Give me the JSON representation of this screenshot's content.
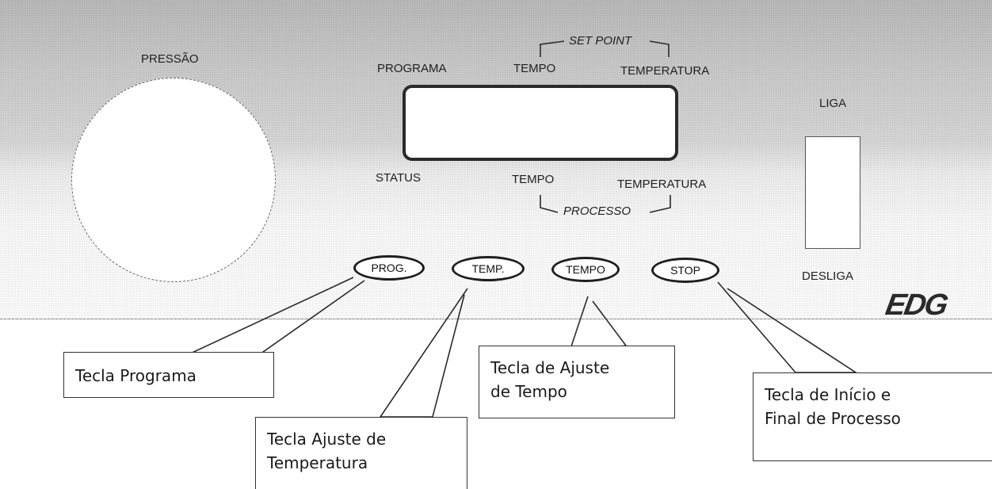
{
  "panel": {
    "pressure_label": "PRESSÃO",
    "program_label": "PROGRAMA",
    "setpoint_group": "SET POINT",
    "setpoint_time": "TEMPO",
    "setpoint_temp": "TEMPERATURA",
    "status_label": "STATUS",
    "process_time": "TEMPO",
    "process_temp": "TEMPERATURA",
    "process_group": "PROCESSO",
    "switch_on": "LIGA",
    "switch_off": "DESLIGA",
    "logo": "EDG"
  },
  "keys": {
    "prog": "PROG.",
    "temp": "TEMP.",
    "tempo": "TEMPO",
    "stop": "STOP"
  },
  "callouts": {
    "program": "Tecla Programa",
    "temperature": "Tecla Ajuste de\nTemperatura",
    "time": "Tecla de Ajuste\nde Tempo",
    "start_stop": "Tecla de Início e\nFinal de Processo"
  }
}
